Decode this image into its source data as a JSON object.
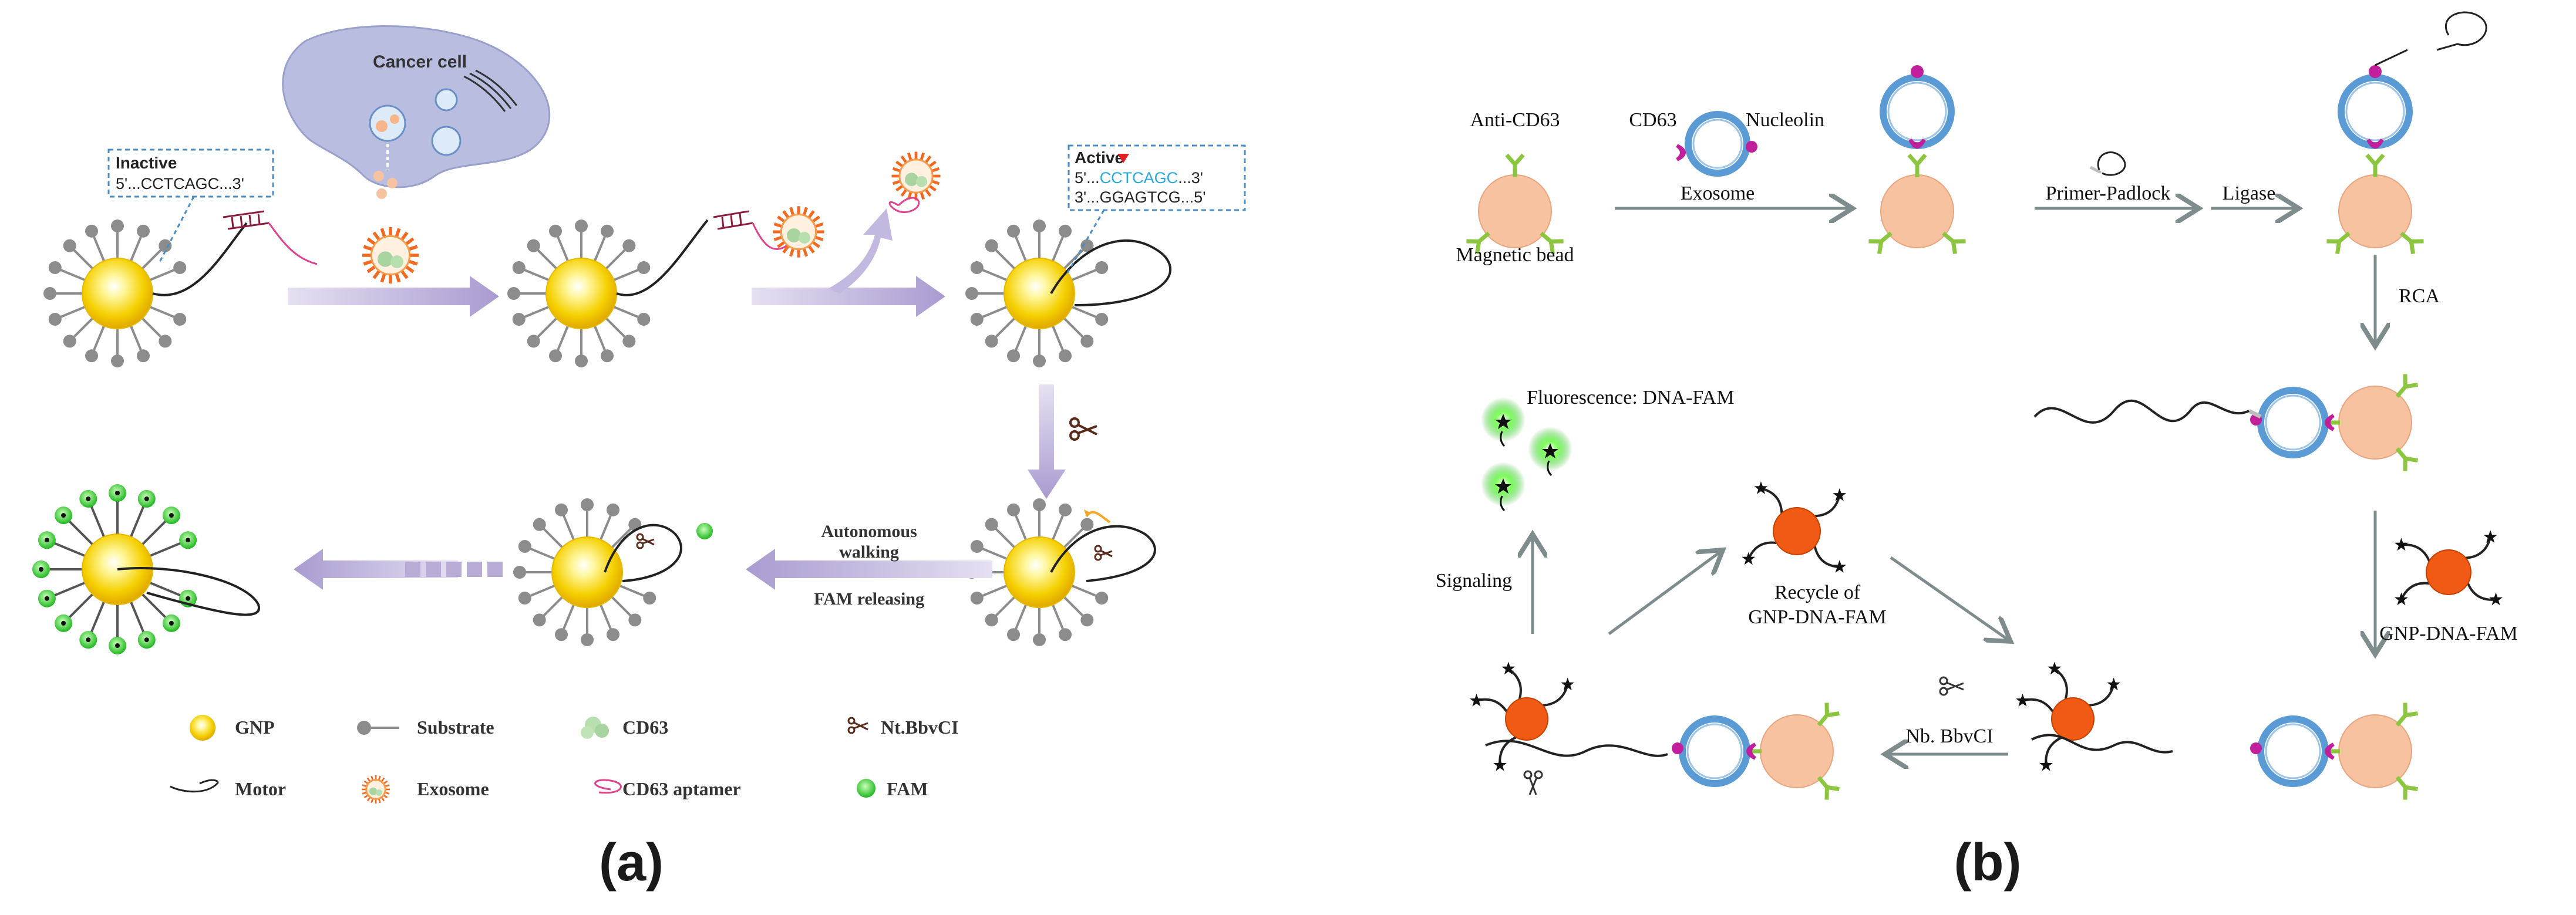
{
  "panel_a": {
    "caption": "(a)",
    "cancer_cell_label": "Cancer cell",
    "inactive_box": {
      "title": "Inactive",
      "seq": "5'...CCTCAGC...3'"
    },
    "active_box": {
      "title": "Active",
      "seq1_prefix": "5'...",
      "seq1_colored": "CCTCAGC",
      "seq1_suffix": "...3'",
      "seq2": "3'...GGAGTCG...5'"
    },
    "walking_label_1": "Autonomous",
    "walking_label_2": "walking",
    "fam_releasing_label": "FAM releasing",
    "legend": {
      "gnp": "GNP",
      "substrate": "Substrate",
      "cd63": "CD63",
      "ntbbvci": "Nt.BbvCI",
      "motor": "Motor",
      "exosome": "Exosome",
      "aptamer": "CD63 aptamer",
      "fam": "FAM"
    }
  },
  "panel_b": {
    "caption": "(b)",
    "anti_cd63": "Anti-CD63",
    "magnetic_bead": "Magnetic bead",
    "cd63": "CD63",
    "nucleolin": "Nucleolin",
    "exosome": "Exosome",
    "primer_padlock": "Primer-Padlock",
    "ligase": "Ligase",
    "rca": "RCA",
    "gnp_dna_fam": "GNP-DNA-FAM",
    "nb_bbvci": "Nb. BbvCI",
    "recycle_1": "Recycle of",
    "recycle_2": "GNP-DNA-FAM",
    "signaling": "Signaling",
    "fluorescence": "Fluorescence: DNA-FAM"
  },
  "colors": {
    "gnp_core": "#f5d000",
    "substrate": "#8c8c8c",
    "arrow_a": "#b8acd6",
    "cell_fill": "#b9bde0",
    "fam": "#2fd02f",
    "bead": "#f7c2a0",
    "exosome_ring": "#5b9bd5",
    "cd63_magenta": "#c21f9c",
    "antibody": "#8cc63f",
    "gnp_b": "#f05a14",
    "arrow_b": "#7f8c8d",
    "seq_blue": "#29abe2"
  }
}
